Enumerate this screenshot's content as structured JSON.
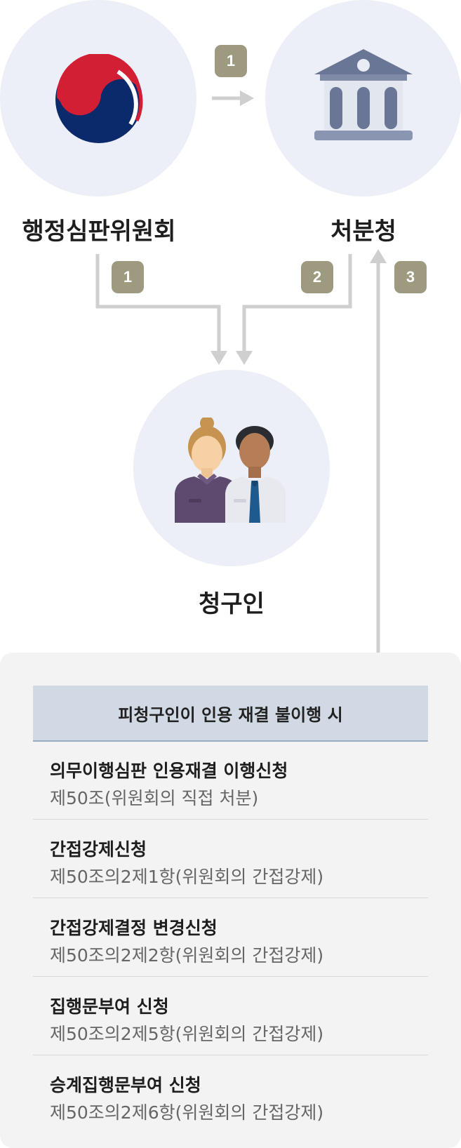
{
  "nodes": {
    "committee": {
      "label": "행정심판위원회"
    },
    "agency": {
      "label": "처분청"
    },
    "claimant": {
      "label": "청구인"
    }
  },
  "badges": {
    "committee_to_agency": "1",
    "committee_to_claimant": "1",
    "agency_to_claimant": "2",
    "claimant_to_agency": "3"
  },
  "colors": {
    "circle_bg": "#eceff7",
    "badge": "#9e9a80",
    "arrow": "#cfcfcf",
    "panel_bg": "#f3f3f3",
    "panel_head_bg": "#d1dae4"
  },
  "panel": {
    "title": "피청구인이 인용 재결 불이행 시",
    "items": [
      {
        "title": "의무이행심판 인용재결 이행신청",
        "desc": "제50조(위원회의 직접 처분)"
      },
      {
        "title": "간접강제신청",
        "desc": "제50조의2제1항(위원회의 간접강제)"
      },
      {
        "title": "간접강제결정 변경신청",
        "desc": "제50조의2제2항(위원회의 간접강제)"
      },
      {
        "title": "집행문부여 신청",
        "desc": "제50조의2제5항(위원회의 간접강제)"
      },
      {
        "title": "승계집행문부여 신청",
        "desc": "제50조의2제6항(위원회의 간접강제)"
      }
    ]
  }
}
